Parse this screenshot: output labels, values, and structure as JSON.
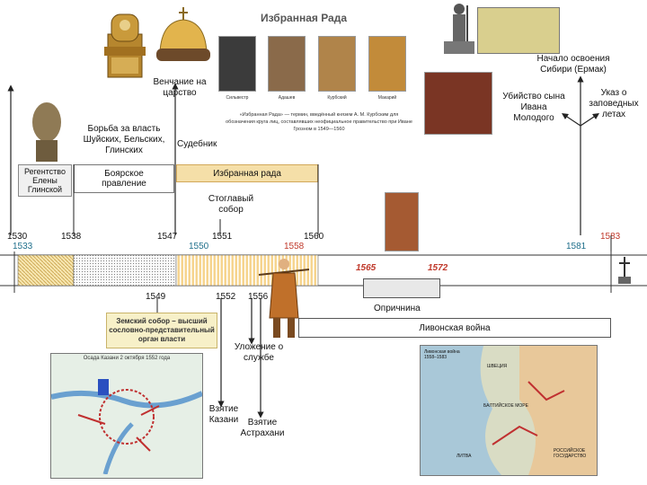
{
  "header": {
    "title": "Избранная Рада",
    "definition": "«Избранная Рада» — термин, введённый князем А. М. Курбским для обозначения круга лиц, составлявших неофициальное правительство при Иване Грозном в 1549—1560",
    "portraits": [
      "Сильвестр",
      "Адашев",
      "Курбский",
      "Макарий"
    ]
  },
  "events": {
    "crowning": "Венчание на царство",
    "regency": "Регентство Елены Глинской",
    "struggle": "Борьба за власть Шуйских, Бельских, Глинских",
    "boyar_rule": "Боярское правление",
    "sudebnik": "Судебник",
    "chosen_council": "Избранная рада",
    "stoglav": "Стоглавый собор",
    "siberia": "Начало освоения Сибири (Ермак)",
    "son_murder": "Убийство сына Ивана Молодого",
    "reserved_years": "Указ о заповедных летах",
    "zemsky_sobor": "Земский собор – высший сословно-представительный орган власти",
    "service_code": "Уложение о службе",
    "kazan": "Взятие Казани",
    "astrakhan": "Взятие Астрахани",
    "oprichnina": "Опричнина",
    "livonian_war": "Ливонская война"
  },
  "years_top": [
    "1530",
    "1533",
    "1538",
    "1547",
    "1550",
    "1551",
    "1558",
    "1560",
    "1581",
    "1583"
  ],
  "years_mid": [
    "1565",
    "1572"
  ],
  "years_bottom": [
    "1549",
    "1552",
    "1556"
  ],
  "maps": {
    "kazan_title": "Осада Казани 2 октября 1552 года",
    "livonia_title": "Ливонская война 1558–1583",
    "livonia_labels": [
      "ШВЕЦИЯ",
      "БАЛТИЙСКОЕ МОРЕ",
      "РОССИЙСКОЕ ГОСУДАРСТВО",
      "ЛИТВА"
    ]
  },
  "colors": {
    "red": "#c0392b",
    "teal": "#1f6f8b",
    "beige": "#f5dfa8",
    "gold": "#f0c070"
  }
}
